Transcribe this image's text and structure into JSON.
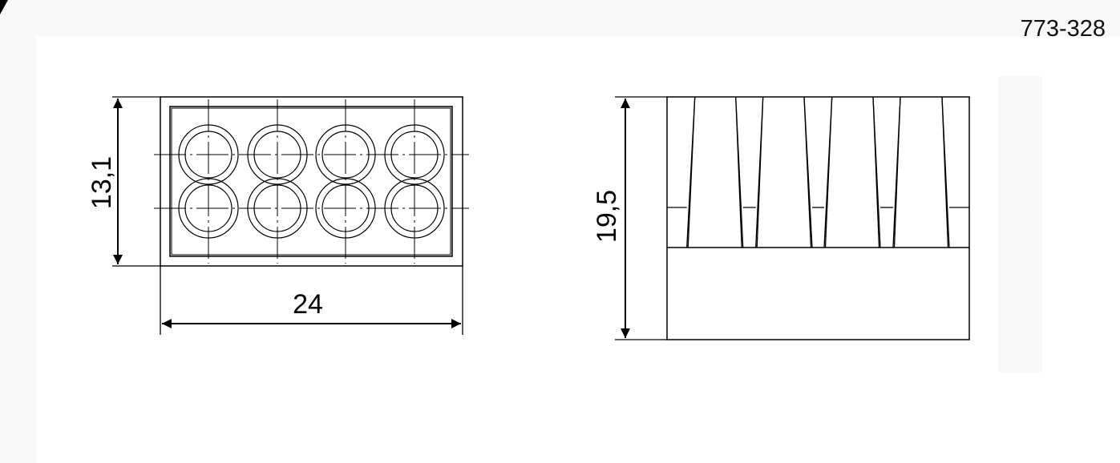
{
  "drawing": {
    "part_number": "773-328",
    "top_view": {
      "height_dimension": "13,1",
      "width_dimension": "24",
      "holes_per_row": 4,
      "rows": 2
    },
    "side_view": {
      "height_dimension": "19,5"
    }
  }
}
